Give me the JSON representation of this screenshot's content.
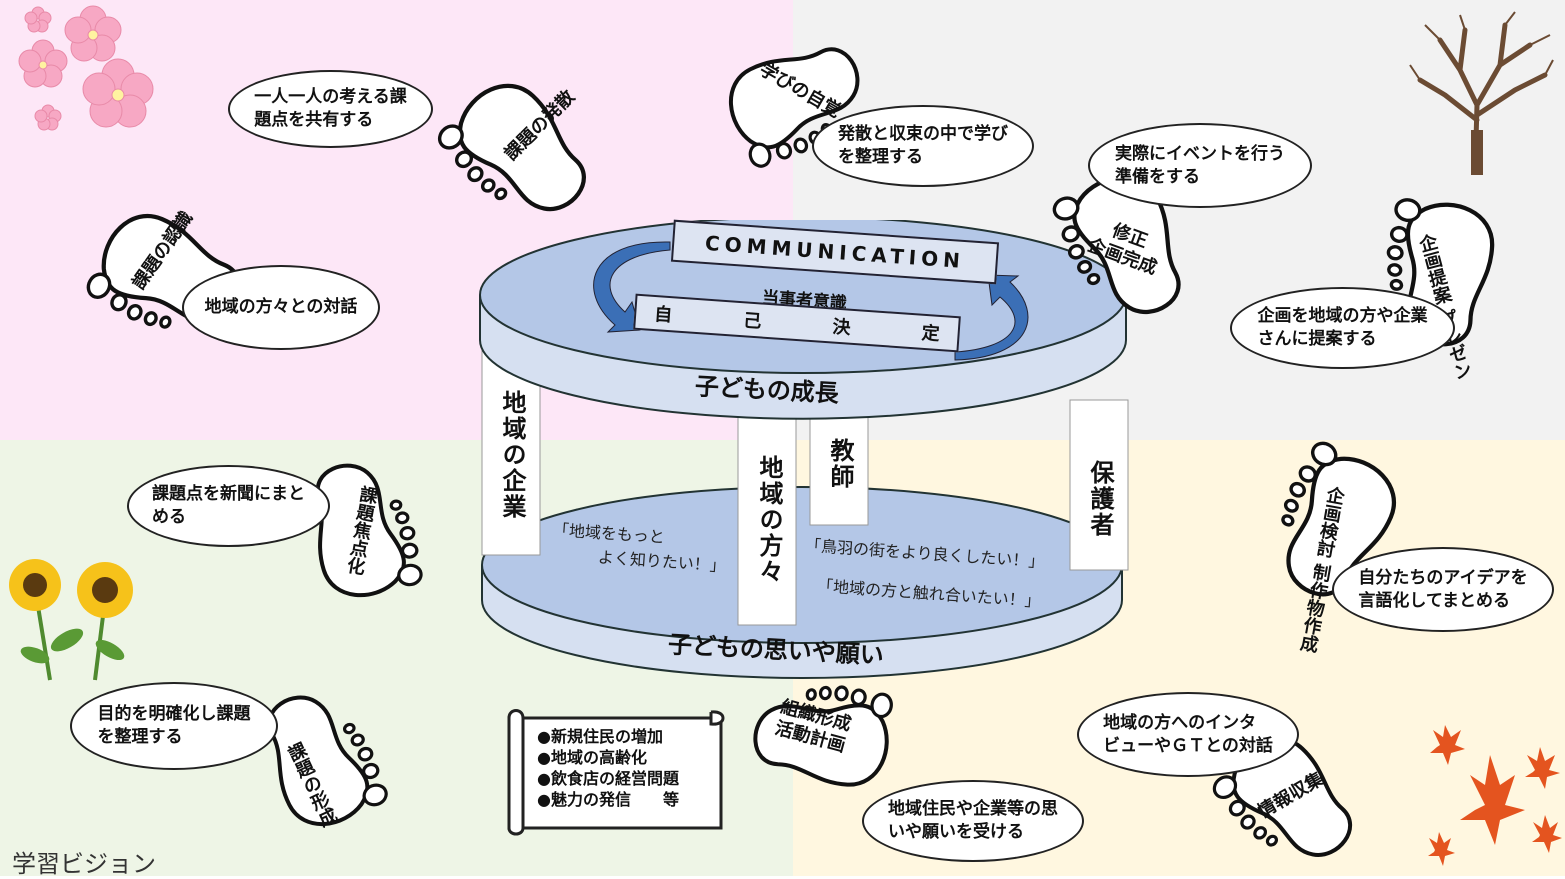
{
  "caption": "学習ビジョン",
  "center": {
    "communication": "COMMUNICATION",
    "tojisha": "当事者意識",
    "jiko_kettei": [
      "自",
      "己",
      "決",
      "定"
    ],
    "growth": "子どもの成長",
    "wishes": "子どもの思いや願い",
    "pillars": {
      "kigyo": "地域の企業",
      "kyoshi": "教師",
      "katagata": "地域の方々",
      "hogosha": "保護者"
    },
    "quotes": {
      "q1_line1": "「地域をもっと",
      "q1_line2": "よく知りたい！」",
      "q2": "「鳥羽の街をより良くしたい！」",
      "q3": "「地域の方と触れ合いたい！」"
    }
  },
  "steps": {
    "ninshiki": "課題の認識",
    "hassan": "課題の発散",
    "manabi": "学びの自覚",
    "shusei_1": "修正",
    "shusei_2": "企画完成",
    "teian_1": "企画提案",
    "teian_2": "プレゼン",
    "kento_1": "企画検討",
    "kento_2": "制作物作成",
    "joho": "情報収集",
    "soshiki_1": "組織形成",
    "soshiki_2": "活動計画",
    "keisei": "課題の形成",
    "shoten": "課題焦点化"
  },
  "bubbles": {
    "taiwa": "地域の方々との対話",
    "kyoyu_1": "一人一人の考える課",
    "kyoyu_2": "題点を共有する",
    "seiri_1": "発散と収束の中で学び",
    "seiri_2": "を整理する",
    "event_1": "実際にイベントを行う",
    "event_2": "準備をする",
    "kigyo_1": "企画を地域の方や企業",
    "kigyo_2": "さんに提案する",
    "gengo_1": "自分たちのアイデアを",
    "gengo_2": "言語化してまとめる",
    "interview_1": "地域の方へのインタ",
    "interview_2": "ビューやＧＴとの対話",
    "negai_1": "地域住民や企業等の思",
    "negai_2": "いや願いを受ける",
    "mokuteki_1": "目的を明確化し課題",
    "mokuteki_2": "を整理する",
    "shinbun_1": "課題点を新聞にまと",
    "shinbun_2": "める"
  },
  "scroll": {
    "items": [
      "●新規住民の増加",
      "●地域の高齢化",
      "●飲食店の経営問題",
      "●魅力の発信　　等"
    ]
  },
  "colors": {
    "pink_quadrant": "#fde7f7",
    "grey_quadrant": "#f2f2f2",
    "green_quadrant": "#eef5e6",
    "yellow_quadrant": "#fff7e0",
    "disk": "#b4c7e7",
    "arrow": "#3b6fb6"
  }
}
